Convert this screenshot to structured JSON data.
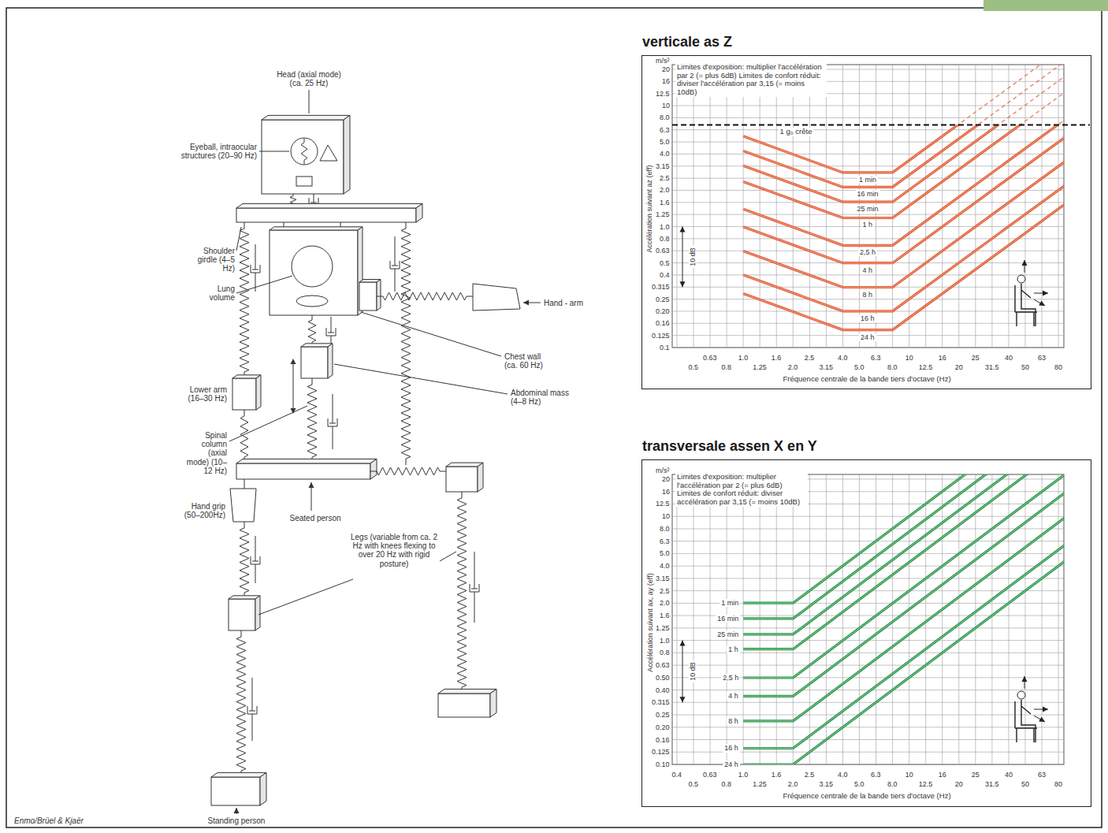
{
  "diagram": {
    "nodes": [
      {
        "text": [
          "verticale as Z"
        ]
      },
      {
        "text": [
          "transversale assen X en Y"
        ]
      }
    ],
    "labels": [
      "Head (axial mode) (ca. 25 Hz)",
      "Eyeball, intraocular structures (20–90 Hz)",
      "Shoulder girdle (4–5 Hz)",
      "Lung volume",
      "Lower arm (16–30 Hz)",
      "Spinal column (axial mode) (10–12 Hz)",
      "Hand grip (50–200Hz)",
      "Chest wall (ca. 60 Hz)",
      "Hand - arm",
      "Abdominal mass (4–8 Hz)",
      "Seated person",
      "Legs (variable from ca. 2 Hz with knees flexing to over 20 Hz with rigid posture)",
      "Standing person",
      "Enmo/Brüel & Kjaër",
      "Limites d'exposition: multiplier l'accélération par 2 (= plus 6dB) Limites de confort réduit: diviser l'accélération par 3,15 (= moins 10dB)",
      "m/s²",
      "20",
      "16",
      "12.5",
      "10",
      "8.0",
      "6.3",
      "5.0",
      "4.0",
      "3.15",
      "2.5",
      "2.0",
      "1.6",
      "1.25",
      "1.0",
      "0.8",
      "0.63",
      "0.5",
      "0.4",
      "0.315",
      "0.25",
      "0.20",
      "0.16",
      "0.125",
      "0.1",
      "1 g₀ crête",
      "1 min",
      "16 min",
      "25 min",
      "1 h",
      "2,5 h",
      "4 h",
      "8 h",
      "16 h",
      "24 h",
      "10 dB",
      "Accélération suivant az (eff)",
      "0.63",
      "1.0",
      "1.6",
      "2.5",
      "4.0",
      "6.3",
      "10",
      "16",
      "25",
      "40",
      "63",
      "0.5",
      "0.8",
      "1.25",
      "2.0",
      "3.15",
      "5.0",
      "8.0",
      "12.5",
      "20",
      "31.5",
      "50",
      "80",
      "Fréquence centrale de la bande tiers d'octave (Hz)",
      "Limites d'exposition: multiplier l'accélération par 2 (= plus 6dB) Limites de confort réduit: diviser accélération par 3,15 (= moins 10dB)",
      "m/s²",
      "20",
      "16",
      "12.5",
      "10",
      "8.0",
      "6.3",
      "5.0",
      "4.0",
      "3.15",
      "2.5",
      "2.0",
      "1.6",
      "1.25",
      "1.0",
      "0.8",
      "0.63",
      "0.50",
      "0.40",
      "0.315",
      "0.25",
      "0.20",
      "0.16",
      "0.125",
      "0.10",
      "1 min",
      "16 min",
      "25 min",
      "1 h",
      "2,5 h",
      "4 h",
      "8 h",
      "16 h",
      "24 h",
      "10 dB",
      "Accélération suivant ax, ay (eff)",
      "0.4",
      "0.63",
      "1.0",
      "1.6",
      "2.5",
      "4.0",
      "6.3",
      "10",
      "16",
      "25",
      "40",
      "63",
      "0.5",
      "0.8",
      "1.25",
      "2.0",
      "3.15",
      "5.0",
      "8.0",
      "12.5",
      "20",
      "31.5",
      "50",
      "80",
      "Fréquence centrale de la bande tiers d'octave (Hz)"
    ]
  }
}
